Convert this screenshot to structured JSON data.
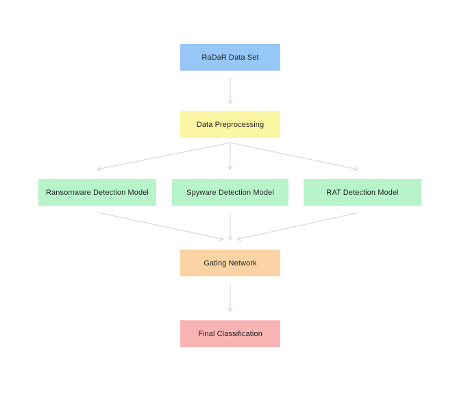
{
  "diagram": {
    "type": "flowchart",
    "background": "#ffffff",
    "arrow_color": "#d2d2d2",
    "text_color": "#1f1f1f",
    "nodes": [
      {
        "id": "radar-data-set",
        "label": "RaDaR Data Set",
        "fill": "#97c7f6"
      },
      {
        "id": "data-preprocessing",
        "label": "Data Preprocessing",
        "fill": "#fbf6a3"
      },
      {
        "id": "ransomware-detection-model",
        "label": "Ransomware Detection Model",
        "fill": "#b7f4c9"
      },
      {
        "id": "spyware-detection-model",
        "label": "Spyware Detection Model",
        "fill": "#b7f4c9"
      },
      {
        "id": "rat-detection-model",
        "label": "RAT Detection Model",
        "fill": "#b7f4c9"
      },
      {
        "id": "gating-network",
        "label": "Gating Network",
        "fill": "#fad4a5"
      },
      {
        "id": "final-classification",
        "label": "Final Classification",
        "fill": "#f8b4b3"
      }
    ],
    "edges": [
      {
        "from": "radar-data-set",
        "to": "data-preprocessing"
      },
      {
        "from": "data-preprocessing",
        "to": "ransomware-detection-model"
      },
      {
        "from": "data-preprocessing",
        "to": "spyware-detection-model"
      },
      {
        "from": "data-preprocessing",
        "to": "rat-detection-model"
      },
      {
        "from": "ransomware-detection-model",
        "to": "gating-network"
      },
      {
        "from": "spyware-detection-model",
        "to": "gating-network"
      },
      {
        "from": "rat-detection-model",
        "to": "gating-network"
      },
      {
        "from": "gating-network",
        "to": "final-classification"
      }
    ]
  }
}
